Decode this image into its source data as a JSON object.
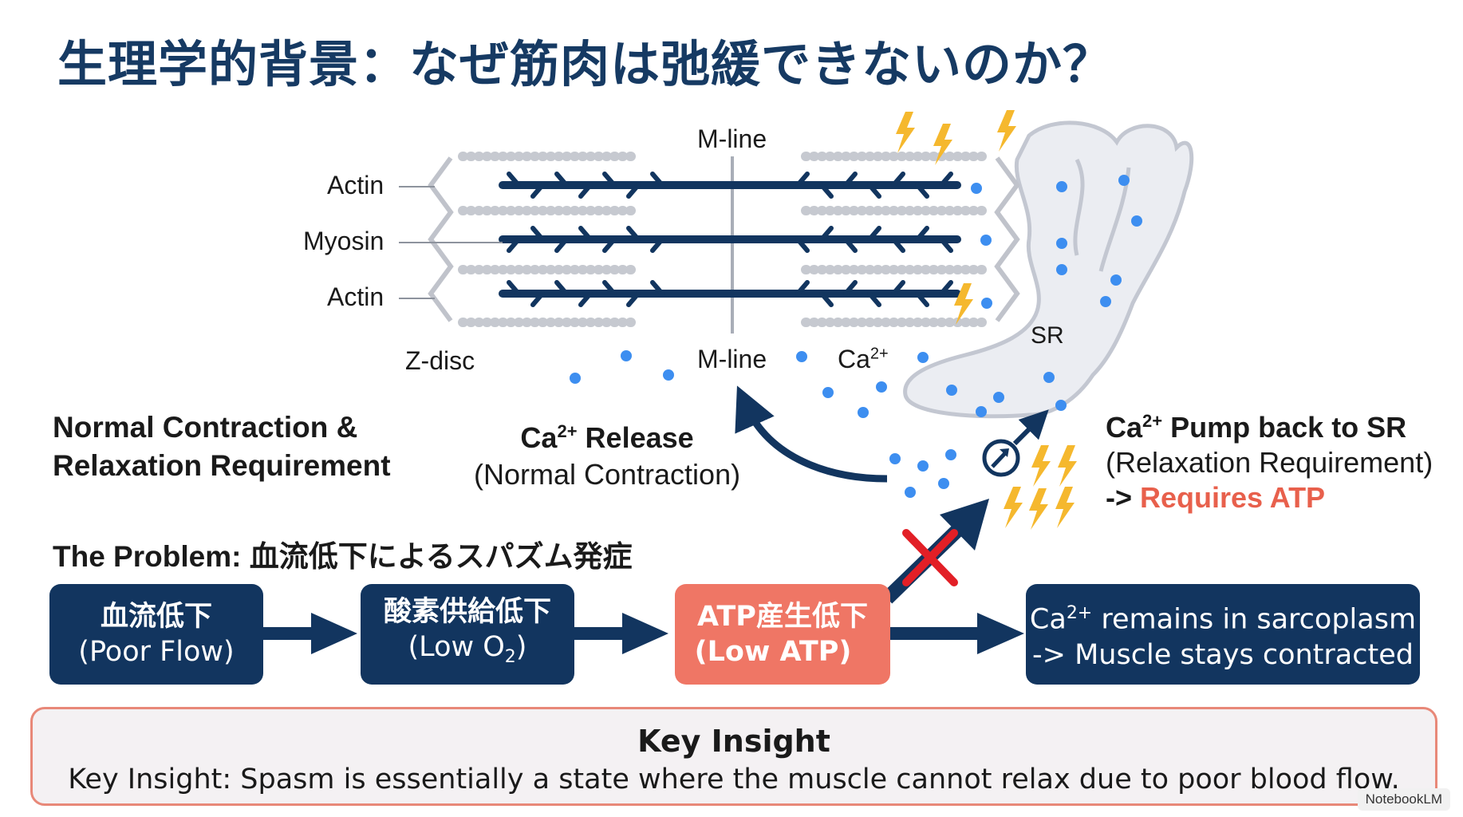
{
  "title": "生理学的背景：なぜ筋肉は弛緩できないのか？",
  "sarcomere": {
    "actin_top": "Actin",
    "myosin": "Myosin",
    "actin_bottom": "Actin",
    "m_line_top": "M-line",
    "m_line_bottom": "M-line",
    "z_disc": "Z-disc",
    "ca_label": "Ca",
    "ca_sup": "2+",
    "sr": "SR"
  },
  "left_heading": {
    "line1": "Normal Contraction &",
    "line2": "Relaxation Requirement"
  },
  "release": {
    "ca": "Ca",
    "sup": "2+",
    "text": " Release",
    "sub": "(Normal Contraction)"
  },
  "pump": {
    "ca": "Ca",
    "sup": "2+",
    "text": " Pump back to SR",
    "sub": "(Relaxation Requirement)",
    "req_prefix": "-> ",
    "req": "Requires ATP"
  },
  "problem": {
    "prefix": "The Problem: ",
    "text": "血流低下によるスパズム発症"
  },
  "flow": [
    {
      "line1": "血流低下",
      "line2": "(Poor Flow)"
    },
    {
      "line1": "酸素供給低下",
      "line2": "(Low O",
      "line2_sub": "2",
      "line2_end": ")"
    },
    {
      "line1": "ATP産生低下",
      "line2": "(Low ATP)"
    },
    {
      "line1a": "Ca",
      "line1_sup": "2+",
      "line1b": " remains in sarcoplasm",
      "line2": "-> Muscle stays contracted"
    }
  ],
  "insight": {
    "title": "Key Insight",
    "body": "Key Insight: Spasm is essentially a state where the muscle cannot relax due to poor blood flow."
  },
  "branding": "NotebookLM",
  "colors": {
    "navy": "#12355f",
    "salmon": "#ef7665",
    "accent_red": "#e8604c",
    "calcium": "#3d8ef0",
    "bolt": "#f5b82e",
    "cross": "#e21f26"
  }
}
